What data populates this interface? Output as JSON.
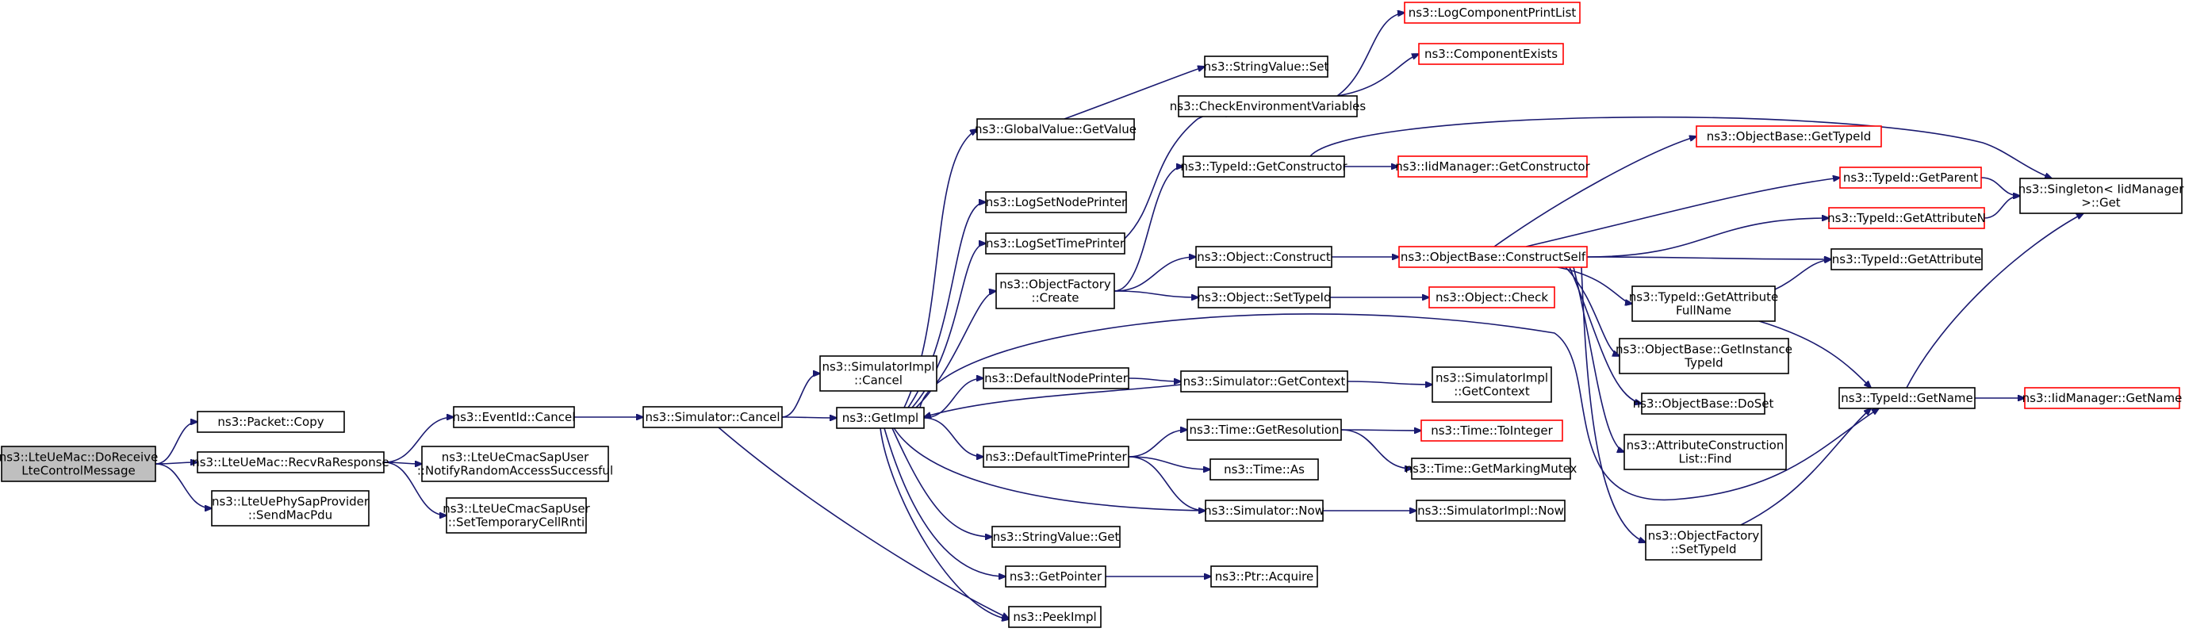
{
  "diagram": {
    "type": "call-graph",
    "nodes": [
      {
        "id": "root",
        "lines": [
          "ns3::LteUeMac::DoReceive",
          "LteControlMessage"
        ],
        "style": "root"
      },
      {
        "id": "packet_copy",
        "lines": [
          "ns3::Packet::Copy"
        ],
        "style": "normal"
      },
      {
        "id": "recv_ra",
        "lines": [
          "ns3::LteUeMac::RecvRaResponse"
        ],
        "style": "normal"
      },
      {
        "id": "phy_send",
        "lines": [
          "ns3::LteUePhySapProvider",
          "::SendMacPdu"
        ],
        "style": "normal"
      },
      {
        "id": "eventid_cancel",
        "lines": [
          "ns3::EventId::Cancel"
        ],
        "style": "normal"
      },
      {
        "id": "notify_ra",
        "lines": [
          "ns3::LteUeCmacSapUser",
          "::NotifyRandomAccessSuccessful"
        ],
        "style": "normal"
      },
      {
        "id": "set_temp",
        "lines": [
          "ns3::LteUeCmacSapUser",
          "::SetTemporaryCellRnti"
        ],
        "style": "normal"
      },
      {
        "id": "sim_cancel",
        "lines": [
          "ns3::Simulator::Cancel"
        ],
        "style": "normal"
      },
      {
        "id": "simimpl_cancel",
        "lines": [
          "ns3::SimulatorImpl",
          "::Cancel"
        ],
        "style": "normal"
      },
      {
        "id": "getimpl",
        "lines": [
          "ns3::GetImpl"
        ],
        "style": "normal"
      },
      {
        "id": "peekimpl",
        "lines": [
          "ns3::PeekImpl"
        ],
        "style": "normal"
      },
      {
        "id": "gv_getvalue",
        "lines": [
          "ns3::GlobalValue::GetValue"
        ],
        "style": "normal"
      },
      {
        "id": "log_node",
        "lines": [
          "ns3::LogSetNodePrinter"
        ],
        "style": "normal"
      },
      {
        "id": "log_time",
        "lines": [
          "ns3::LogSetTimePrinter"
        ],
        "style": "normal"
      },
      {
        "id": "of_create",
        "lines": [
          "ns3::ObjectFactory",
          "::Create"
        ],
        "style": "normal"
      },
      {
        "id": "def_node",
        "lines": [
          "ns3::DefaultNodePrinter"
        ],
        "style": "normal"
      },
      {
        "id": "def_time",
        "lines": [
          "ns3::DefaultTimePrinter"
        ],
        "style": "normal"
      },
      {
        "id": "sv_get",
        "lines": [
          "ns3::StringValue::Get"
        ],
        "style": "normal"
      },
      {
        "id": "getpointer",
        "lines": [
          "ns3::GetPointer"
        ],
        "style": "normal"
      },
      {
        "id": "sv_set",
        "lines": [
          "ns3::StringValue::Set"
        ],
        "style": "normal"
      },
      {
        "id": "check_env",
        "lines": [
          "ns3::CheckEnvironmentVariables"
        ],
        "style": "normal"
      },
      {
        "id": "tid_getctor",
        "lines": [
          "ns3::TypeId::GetConstructor"
        ],
        "style": "normal"
      },
      {
        "id": "obj_construct",
        "lines": [
          "ns3::Object::Construct"
        ],
        "style": "normal"
      },
      {
        "id": "obj_settypeid",
        "lines": [
          "ns3::Object::SetTypeId"
        ],
        "style": "normal"
      },
      {
        "id": "sim_getctx",
        "lines": [
          "ns3::Simulator::GetContext"
        ],
        "style": "normal"
      },
      {
        "id": "time_getres",
        "lines": [
          "ns3::Time::GetResolution"
        ],
        "style": "normal"
      },
      {
        "id": "time_as",
        "lines": [
          "ns3::Time::As"
        ],
        "style": "normal"
      },
      {
        "id": "sim_now",
        "lines": [
          "ns3::Simulator::Now"
        ],
        "style": "normal"
      },
      {
        "id": "ptr_acquire",
        "lines": [
          "ns3::Ptr::Acquire"
        ],
        "style": "normal"
      },
      {
        "id": "log_print",
        "lines": [
          "ns3::LogComponentPrintList"
        ],
        "style": "red"
      },
      {
        "id": "comp_exists",
        "lines": [
          "ns3::ComponentExists"
        ],
        "style": "red"
      },
      {
        "id": "iid_getctor",
        "lines": [
          "ns3::IidManager::GetConstructor"
        ],
        "style": "red"
      },
      {
        "id": "ob_construct_self",
        "lines": [
          "ns3::ObjectBase::ConstructSelf"
        ],
        "style": "red"
      },
      {
        "id": "obj_check",
        "lines": [
          "ns3::Object::Check"
        ],
        "style": "red"
      },
      {
        "id": "simimpl_getctx",
        "lines": [
          "ns3::SimulatorImpl",
          "::GetContext"
        ],
        "style": "normal"
      },
      {
        "id": "time_tointeger",
        "lines": [
          "ns3::Time::ToInteger"
        ],
        "style": "red"
      },
      {
        "id": "time_mutex",
        "lines": [
          "ns3::Time::GetMarkingMutex"
        ],
        "style": "normal"
      },
      {
        "id": "simimpl_now",
        "lines": [
          "ns3::SimulatorImpl::Now"
        ],
        "style": "normal"
      },
      {
        "id": "ob_gettypeid",
        "lines": [
          "ns3::ObjectBase::GetTypeId"
        ],
        "style": "red"
      },
      {
        "id": "tid_getattrfull",
        "lines": [
          "ns3::TypeId::GetAttribute",
          "FullName"
        ],
        "style": "normal"
      },
      {
        "id": "ob_getinst",
        "lines": [
          "ns3::ObjectBase::GetInstance",
          "TypeId"
        ],
        "style": "normal"
      },
      {
        "id": "ob_doset",
        "lines": [
          "ns3::ObjectBase::DoSet"
        ],
        "style": "normal"
      },
      {
        "id": "acl_find",
        "lines": [
          "ns3::AttributeConstruction",
          "List::Find"
        ],
        "style": "normal"
      },
      {
        "id": "of_settypeid",
        "lines": [
          "ns3::ObjectFactory",
          "::SetTypeId"
        ],
        "style": "normal"
      },
      {
        "id": "tid_getparent",
        "lines": [
          "ns3::TypeId::GetParent"
        ],
        "style": "red"
      },
      {
        "id": "tid_getattrn",
        "lines": [
          "ns3::TypeId::GetAttributeN"
        ],
        "style": "red"
      },
      {
        "id": "tid_getattr",
        "lines": [
          "ns3::TypeId::GetAttribute"
        ],
        "style": "normal"
      },
      {
        "id": "tid_getname",
        "lines": [
          "ns3::TypeId::GetName"
        ],
        "style": "normal"
      },
      {
        "id": "singleton_get",
        "lines": [
          "ns3::Singleton< IidManager",
          " >::Get"
        ],
        "style": "normal"
      },
      {
        "id": "iid_getname",
        "lines": [
          "ns3::IidManager::GetName"
        ],
        "style": "red"
      }
    ],
    "edges": [
      [
        "root",
        "packet_copy"
      ],
      [
        "root",
        "recv_ra"
      ],
      [
        "root",
        "phy_send"
      ],
      [
        "recv_ra",
        "eventid_cancel"
      ],
      [
        "recv_ra",
        "notify_ra"
      ],
      [
        "recv_ra",
        "set_temp"
      ],
      [
        "eventid_cancel",
        "sim_cancel"
      ],
      [
        "sim_cancel",
        "simimpl_cancel"
      ],
      [
        "sim_cancel",
        "getimpl"
      ],
      [
        "sim_cancel",
        "peekimpl"
      ],
      [
        "getimpl",
        "gv_getvalue"
      ],
      [
        "getimpl",
        "log_node"
      ],
      [
        "getimpl",
        "log_time"
      ],
      [
        "getimpl",
        "of_create"
      ],
      [
        "getimpl",
        "def_node"
      ],
      [
        "getimpl",
        "def_time"
      ],
      [
        "getimpl",
        "sv_get"
      ],
      [
        "getimpl",
        "getpointer"
      ],
      [
        "getimpl",
        "peekimpl"
      ],
      [
        "getimpl",
        "tid_getname"
      ],
      [
        "gv_getvalue",
        "sv_set"
      ],
      [
        "log_time",
        "check_env"
      ],
      [
        "of_create",
        "tid_getctor"
      ],
      [
        "of_create",
        "obj_construct"
      ],
      [
        "of_create",
        "obj_settypeid"
      ],
      [
        "def_node",
        "sim_getctx"
      ],
      [
        "def_time",
        "time_getres"
      ],
      [
        "def_time",
        "time_as"
      ],
      [
        "def_time",
        "sim_now"
      ],
      [
        "getpointer",
        "ptr_acquire"
      ],
      [
        "check_env",
        "log_print"
      ],
      [
        "check_env",
        "comp_exists"
      ],
      [
        "tid_getctor",
        "iid_getctor"
      ],
      [
        "tid_getctor",
        "singleton_get"
      ],
      [
        "obj_construct",
        "ob_construct_self"
      ],
      [
        "obj_settypeid",
        "obj_check"
      ],
      [
        "sim_getctx",
        "simimpl_getctx"
      ],
      [
        "sim_getctx",
        "getimpl"
      ],
      [
        "time_getres",
        "time_tointeger"
      ],
      [
        "time_getres",
        "time_mutex"
      ],
      [
        "sim_now",
        "simimpl_now"
      ],
      [
        "sim_now",
        "getimpl"
      ],
      [
        "ob_construct_self",
        "ob_gettypeid"
      ],
      [
        "ob_construct_self",
        "tid_getparent"
      ],
      [
        "ob_construct_self",
        "tid_getattrn"
      ],
      [
        "ob_construct_self",
        "tid_getattr"
      ],
      [
        "ob_construct_self",
        "tid_getattrfull"
      ],
      [
        "ob_construct_self",
        "ob_getinst"
      ],
      [
        "ob_construct_self",
        "ob_doset"
      ],
      [
        "ob_construct_self",
        "acl_find"
      ],
      [
        "ob_construct_self",
        "of_settypeid"
      ],
      [
        "tid_getparent",
        "singleton_get"
      ],
      [
        "tid_getattrn",
        "singleton_get"
      ],
      [
        "tid_getattrfull",
        "tid_getattr"
      ],
      [
        "tid_getattrfull",
        "tid_getname"
      ],
      [
        "of_settypeid",
        "tid_getname"
      ],
      [
        "tid_getname",
        "singleton_get"
      ],
      [
        "tid_getname",
        "iid_getname"
      ]
    ]
  },
  "colors": {
    "edge": "#191970",
    "node_border": "#000000",
    "external_border": "#ff0000",
    "root_fill": "#bfbfbf",
    "node_fill": "#ffffff",
    "text": "#000000"
  }
}
